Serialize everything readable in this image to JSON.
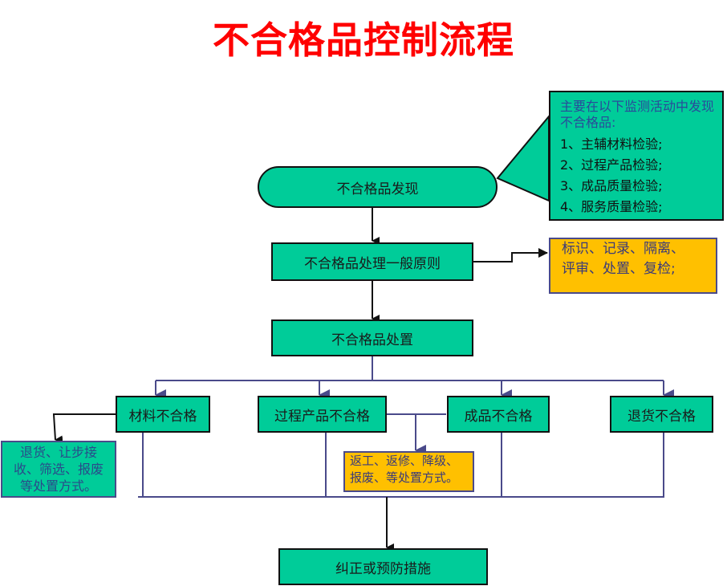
{
  "title": "不合格品控制流程",
  "colors": {
    "title": "#ff0000",
    "process_fill": "#00cc99",
    "note_fill": "#ffc000",
    "connector_blue": "#4a4a8a",
    "connector_black": "#111111"
  },
  "nodes": {
    "discovery": "不合格品发现",
    "general_principle": "不合格品处理一般原则",
    "disposition": "不合格品处置",
    "material_nonconforming": "材料不合格",
    "process_product_nonconforming": "过程产品不合格",
    "finished_product_nonconforming": "成品不合格",
    "returned_goods_nonconforming": "退货不合格",
    "corrective_action": "纠正或预防措施"
  },
  "callout": {
    "heading": "主要在以下监测活动中发现不合格品:",
    "items": [
      "1、主辅材料检验;",
      "2、过程产品检验;",
      "3、成品质量检验;",
      "4、服务质量检验;"
    ]
  },
  "notes": {
    "principles": [
      "标识、记录、隔离、",
      "评审、处置、复检;"
    ],
    "material_handling": [
      "退货、让步接",
      "收、筛选、报废",
      "等处置方式。"
    ],
    "process_handling": [
      "返工、返修、降级、",
      "报废、等处置方式。"
    ]
  }
}
